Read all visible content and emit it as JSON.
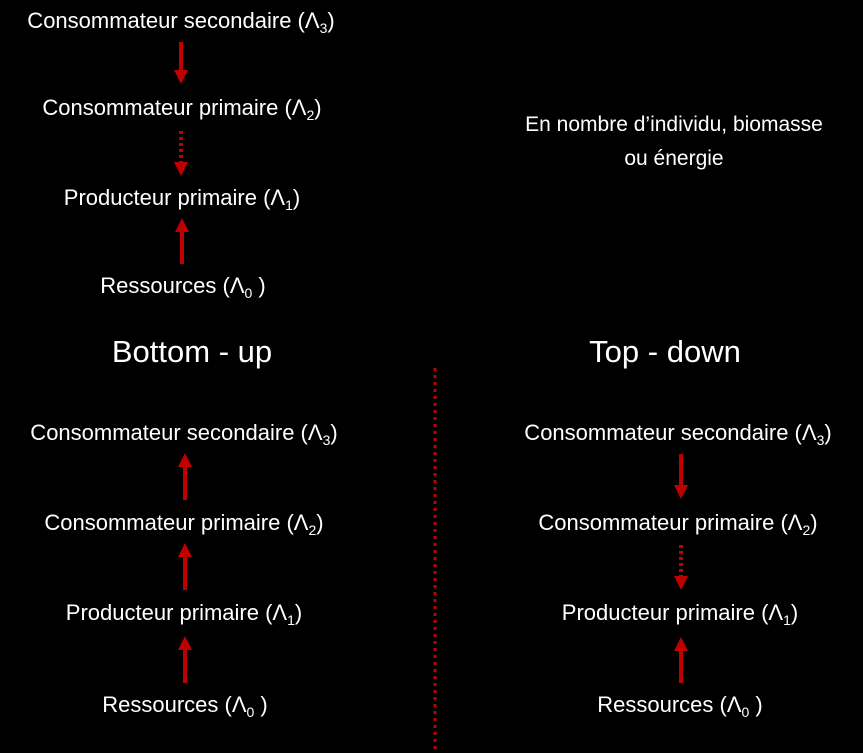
{
  "top_chain": {
    "consumer_secondary": {
      "text": "Consommateur secondaire (Λ",
      "sub": "3",
      "close": ")"
    },
    "consumer_primary": {
      "text": "Consommateur primaire (Λ",
      "sub": "2",
      "close": ")"
    },
    "producer_primary": {
      "text": "Producteur primaire (Λ",
      "sub": "1",
      "close": ")"
    },
    "resources": {
      "text": "Ressources (Λ",
      "sub": "0",
      "close": " )"
    }
  },
  "note": {
    "line1": "En nombre d’individu, biomasse",
    "line2": "ou énergie"
  },
  "bottom_up": {
    "heading": "Bottom - up",
    "consumer_secondary": {
      "text": "Consommateur secondaire (Λ",
      "sub": "3",
      "close": ")"
    },
    "consumer_primary": {
      "text": "Consommateur primaire (Λ",
      "sub": "2",
      "close": ")"
    },
    "producer_primary": {
      "text": "Producteur primaire (Λ",
      "sub": "1",
      "close": ")"
    },
    "resources": {
      "text": "Ressources (Λ",
      "sub": "0",
      "close": " )"
    }
  },
  "top_down": {
    "heading": "Top - down",
    "consumer_secondary": {
      "text": "Consommateur secondaire (Λ",
      "sub": "3",
      "close": ")"
    },
    "consumer_primary": {
      "text": "Consommateur primaire (Λ",
      "sub": "2",
      "close": ")"
    },
    "producer_primary": {
      "text": "Producteur primaire (Λ",
      "sub": "1",
      "close": ")"
    },
    "resources": {
      "text": "Ressources (Λ",
      "sub": "0",
      "close": " )"
    }
  },
  "colors": {
    "background": "#000000",
    "text": "#ffffff",
    "arrow": "#c00000"
  }
}
